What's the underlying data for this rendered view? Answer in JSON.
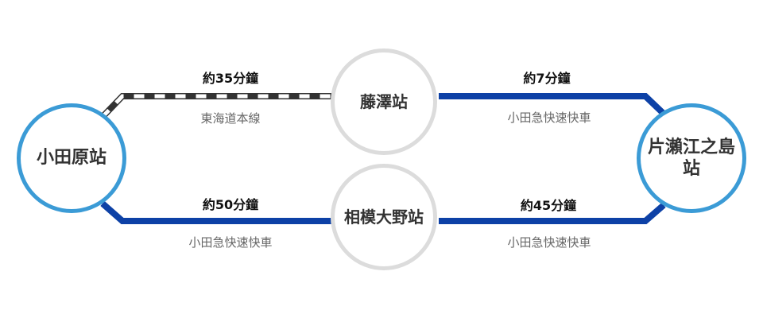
{
  "stations": {
    "odawara": "小田原站",
    "katase_enoshima": "片瀨江之島站",
    "fujisawa": "藤澤站",
    "sagami_ono": "相模大野站"
  },
  "segments": {
    "odawara_fujisawa": {
      "time": "約35分鐘",
      "line": "東海道本線"
    },
    "fujisawa_katase": {
      "time": "約7分鐘",
      "line": "小田急快速快車"
    },
    "odawara_sagamiono": {
      "time": "約50分鐘",
      "line": "小田急快速快車"
    },
    "sagamiono_katase": {
      "time": "約45分鐘",
      "line": "小田急快速快車"
    }
  },
  "colors": {
    "jr_line": "#333333",
    "odakyu_line": "#0d41a6",
    "terminal_border": "#3b9bd6",
    "mid_border": "#dcdcdc"
  }
}
